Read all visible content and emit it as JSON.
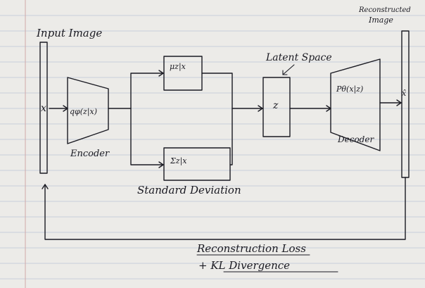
{
  "diagram": {
    "labels": {
      "input_image": "Input Image",
      "x_input": "x",
      "encoder_fn": "qφ(z|x)",
      "encoder": "Encoder",
      "mu": "μz|x",
      "sigma": "Σz|x",
      "standard_deviation": "Standard Deviation",
      "latent_space": "Latent Space",
      "z": "z",
      "decoder_fn": "Pθ(x|z)",
      "decoder": "Decoder",
      "reconstructed_line1": "Reconstructed",
      "reconstructed_line2": "Image",
      "x_hat": "x̂",
      "loss_line1": "Reconstruction Loss",
      "loss_line2": "+ KL Divergence"
    },
    "colors": {
      "ink": "#1a1a22",
      "paper": "#ecebe8",
      "rule": "#c9cfda"
    }
  }
}
